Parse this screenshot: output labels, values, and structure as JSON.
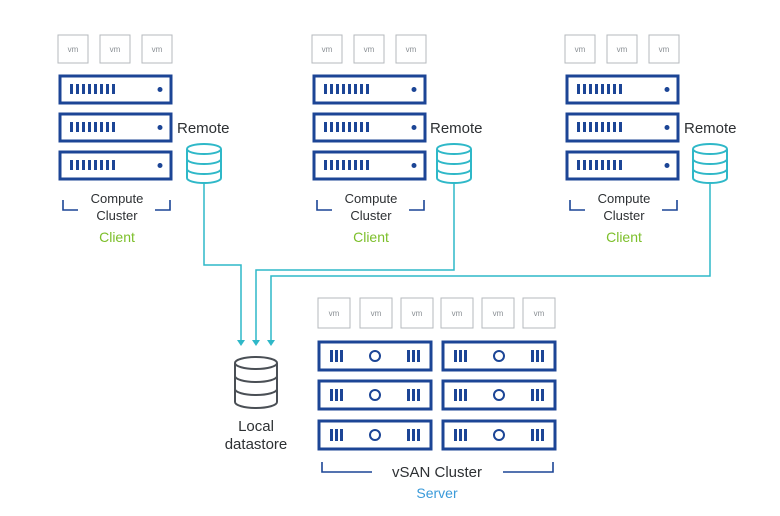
{
  "clients": [
    {
      "vm_labels": [
        "vm",
        "vm",
        "vm"
      ],
      "remote_label": "Remote",
      "cluster_line1": "Compute",
      "cluster_line2": "Cluster",
      "role": "Client"
    },
    {
      "vm_labels": [
        "vm",
        "vm",
        "vm"
      ],
      "remote_label": "Remote",
      "cluster_line1": "Compute",
      "cluster_line2": "Cluster",
      "role": "Client"
    },
    {
      "vm_labels": [
        "vm",
        "vm",
        "vm"
      ],
      "remote_label": "Remote",
      "cluster_line1": "Compute",
      "cluster_line2": "Cluster",
      "role": "Client"
    }
  ],
  "server": {
    "vm_labels": [
      "vm",
      "vm",
      "vm",
      "vm",
      "vm",
      "vm"
    ],
    "cluster_label": "vSAN Cluster",
    "role": "Server"
  },
  "local_datastore": {
    "line1": "Local",
    "line2": "datastore"
  },
  "colors": {
    "server_blue": "#1c4596",
    "link_teal": "#2fb8c8",
    "client_green": "#7cbf2a",
    "server_label_blue": "#3a9ad9",
    "vm_border_gray": "#b5b9bd"
  },
  "icons": [
    "server-rack-icon",
    "remote-datastore-icon",
    "local-datastore-icon",
    "bracket-icon"
  ]
}
